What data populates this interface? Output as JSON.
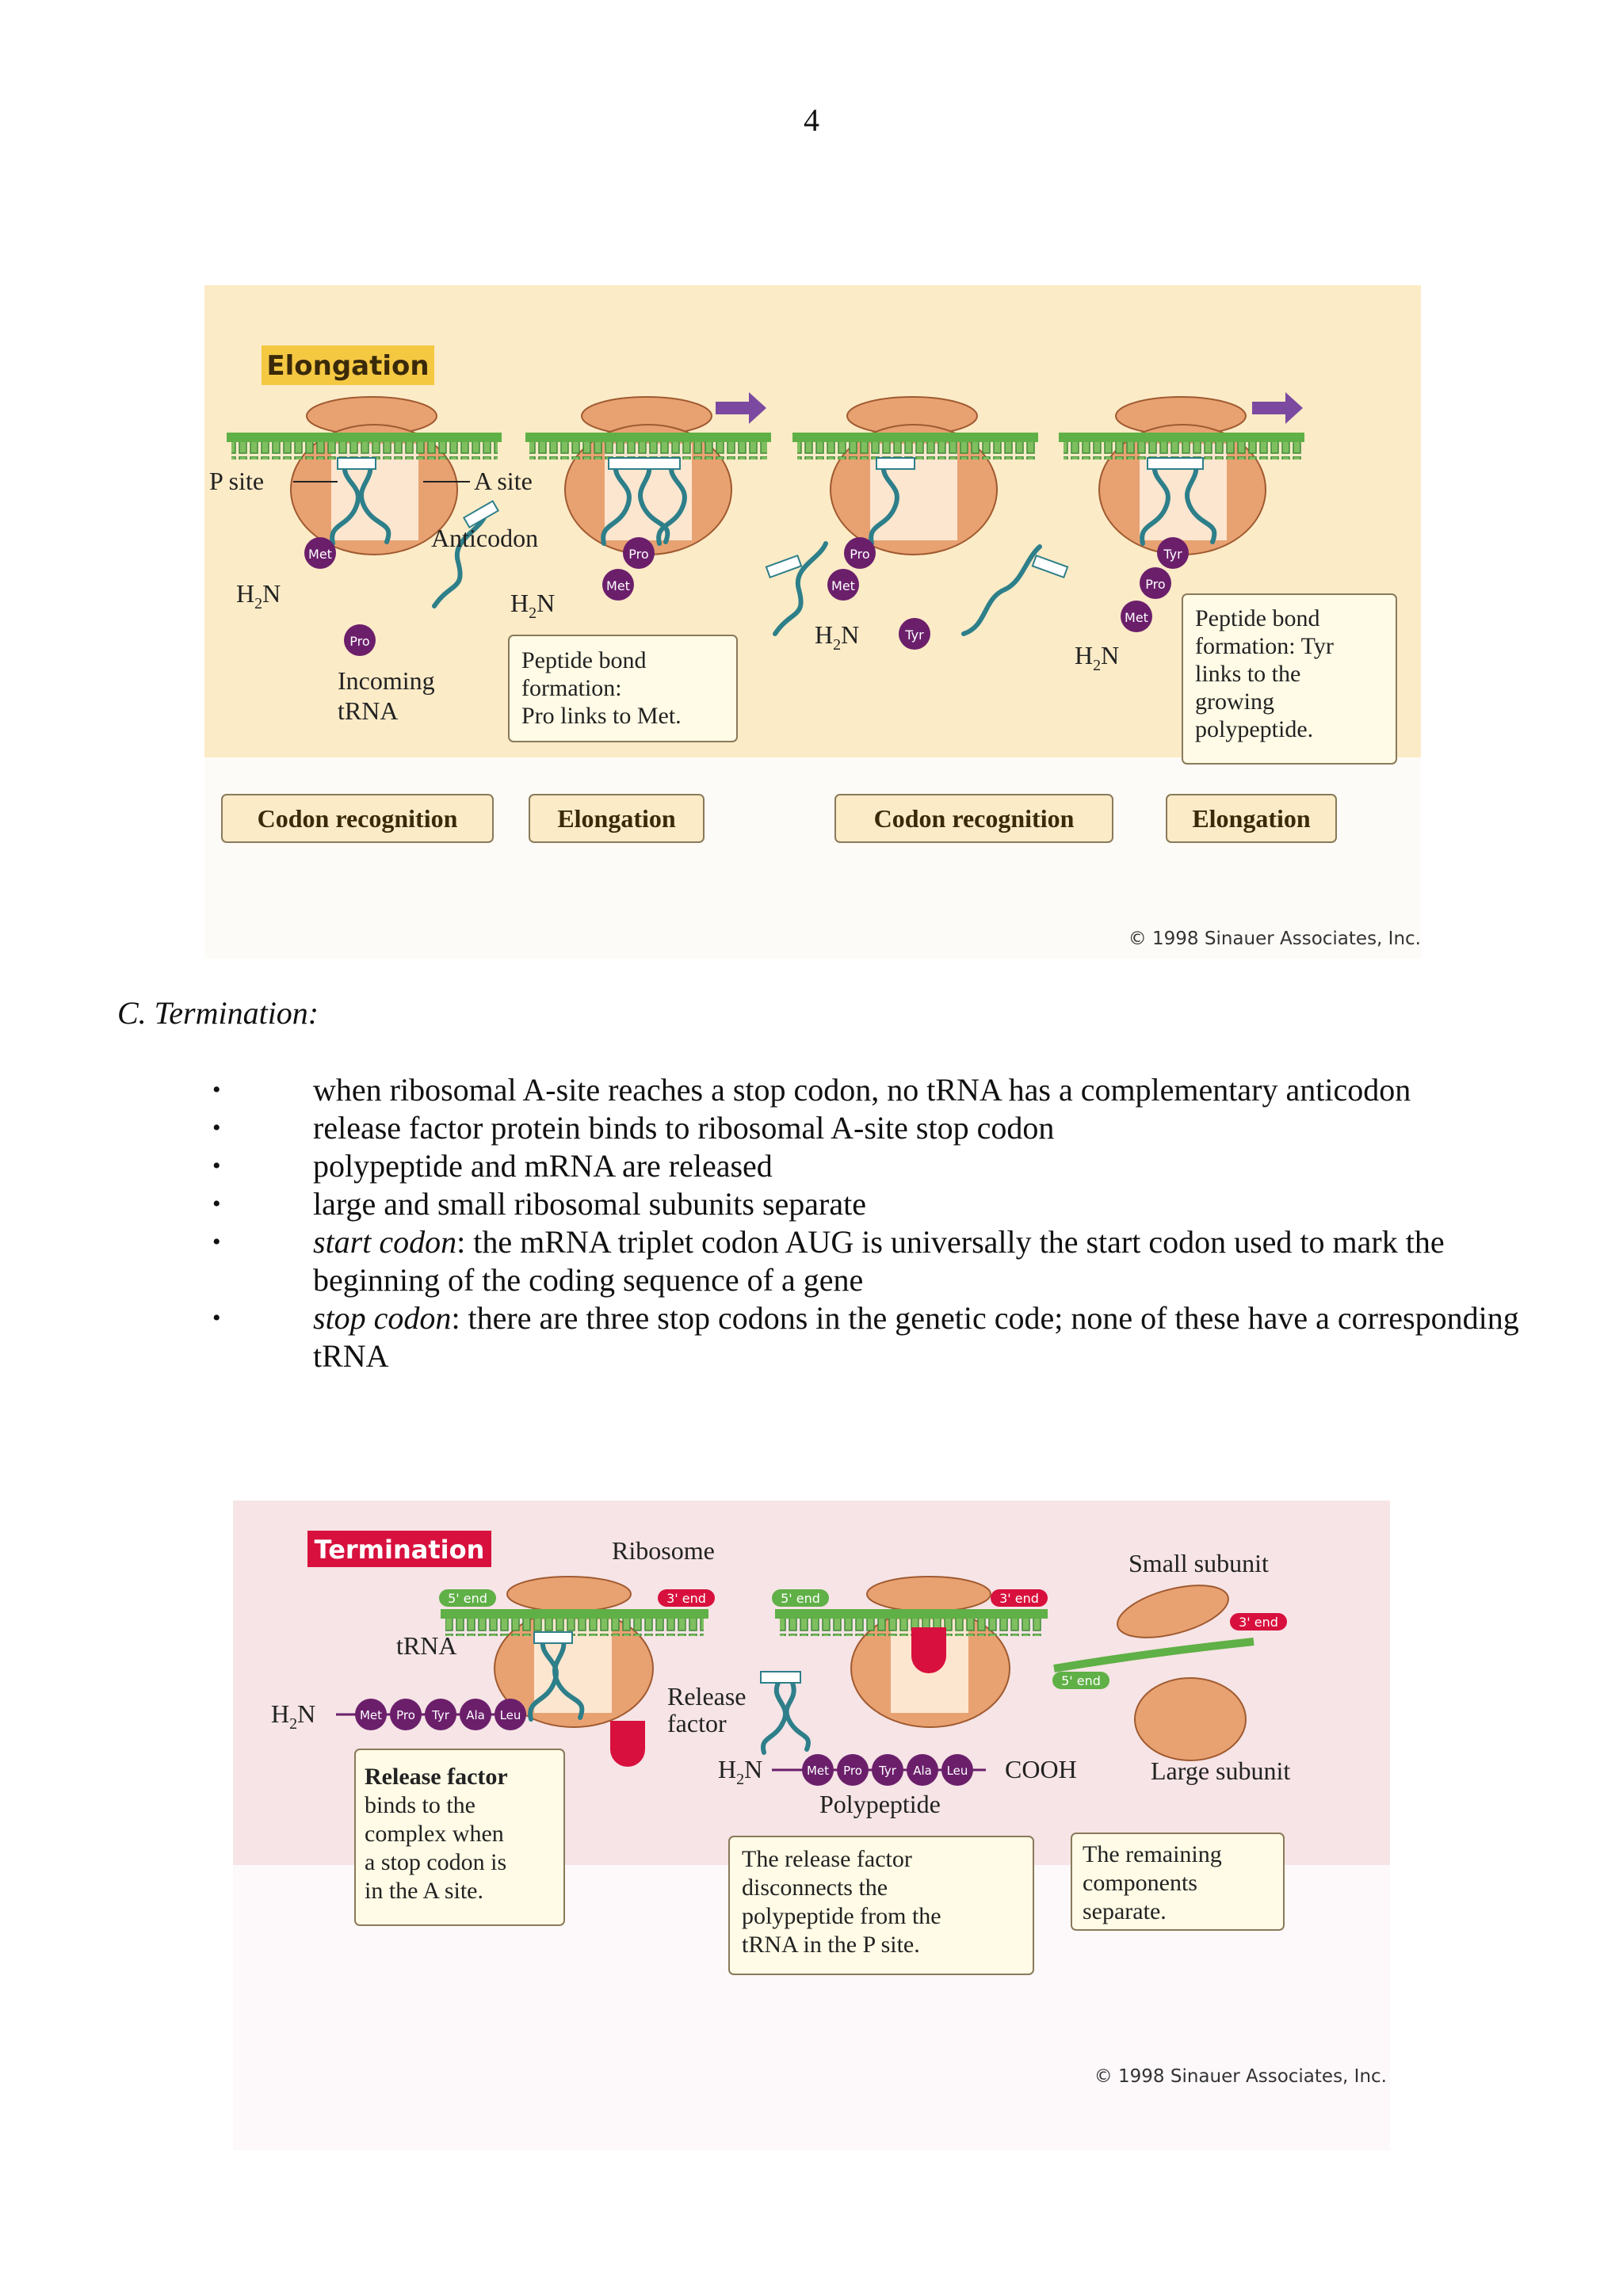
{
  "page_number": "4",
  "elongation_figure": {
    "title": "Elongation",
    "labels": {
      "p_site": "P site",
      "a_site": "A site",
      "anticodon": "Anticodon",
      "h2n": "H",
      "h2n_sub": "2",
      "h2n_n": "N",
      "incoming_1": "Incoming",
      "incoming_2": "tRNA"
    },
    "amino_acids": {
      "met": "Met",
      "pro": "Pro",
      "tyr": "Tyr",
      "ala": "Ala",
      "leu": "Leu"
    },
    "callout_1": [
      "Peptide bond",
      "formation:",
      "Pro links to Met."
    ],
    "callout_2": [
      "Peptide bond",
      "formation: Tyr",
      "links to the",
      "growing",
      "polypeptide."
    ],
    "steps": [
      "Codon recognition",
      "Elongation",
      "Codon recognition",
      "Elongation"
    ],
    "copyright": "© 1998 Sinauer Associates, Inc."
  },
  "section_heading": "C. Termination:",
  "bullets": [
    {
      "term": "",
      "text": "when ribosomal A-site reaches a stop codon, no tRNA has a complementary anticodon"
    },
    {
      "term": "",
      "text": "release factor protein binds to ribosomal A-site stop codon"
    },
    {
      "term": "",
      "text": "polypeptide and mRNA are released"
    },
    {
      "term": "",
      "text": "large and small ribosomal subunits separate"
    },
    {
      "term": "start codon",
      "text": ": the mRNA triplet codon AUG is universally the start codon used to mark the beginning of the coding sequence of a gene"
    },
    {
      "term": "stop codon",
      "text": ": there are three stop codons in the genetic code; none of these have a corresponding tRNA"
    }
  ],
  "termination_figure": {
    "title": "Termination",
    "labels": {
      "ribosome": "Ribosome",
      "five_end": "5' end",
      "three_end": "3' end",
      "trna": "tRNA",
      "release_1": "Release",
      "release_2": "factor",
      "cooh": "COOH",
      "polypeptide": "Polypeptide",
      "small_subunit": "Small subunit",
      "large_subunit": "Large subunit"
    },
    "callout_1_bold": "Release factor",
    "callout_1": [
      "binds to the",
      "complex when",
      "a stop codon is",
      "in the A site."
    ],
    "callout_2": [
      "The release factor",
      "disconnects the",
      "polypeptide from the",
      "tRNA in the P site."
    ],
    "callout_3": [
      "The remaining",
      "components",
      "separate."
    ],
    "copyright": "© 1998 Sinauer Associates, Inc."
  }
}
